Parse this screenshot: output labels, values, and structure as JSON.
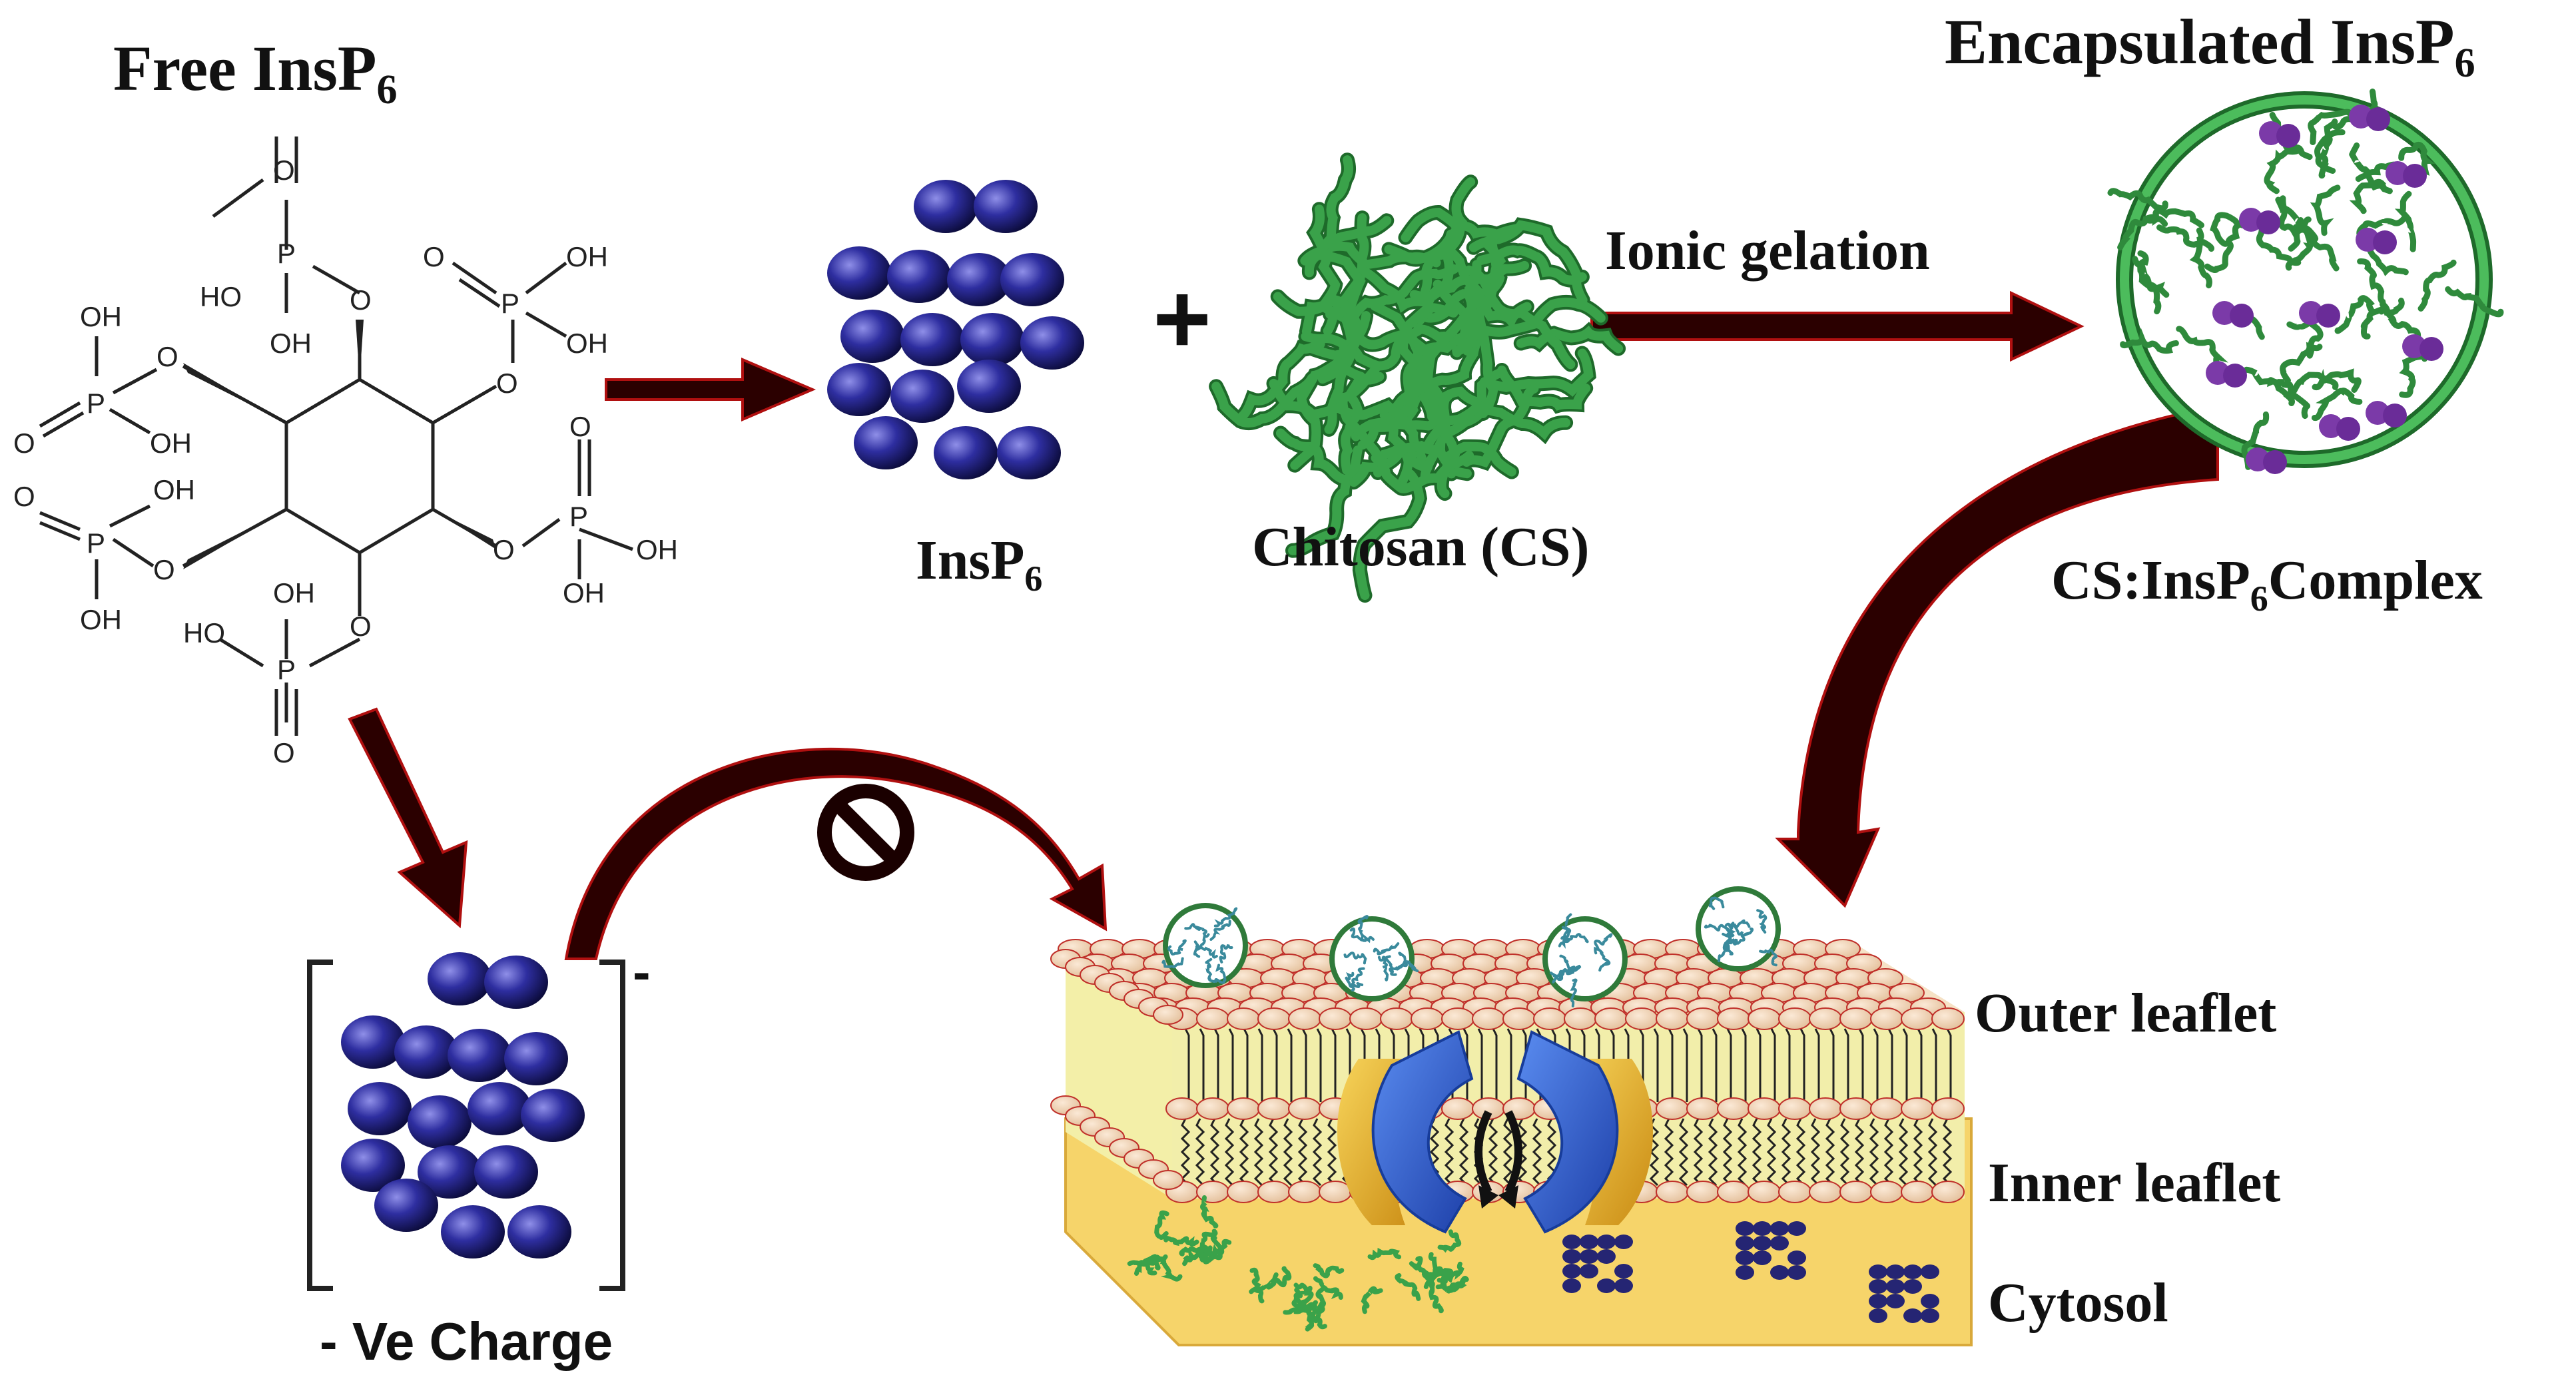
{
  "labels": {
    "free_base": "Free InsP",
    "free_sub": "6",
    "insp6_base": "InsP",
    "insp6_sub": "6",
    "chitosan": "Chitosan (CS)",
    "plus": "+",
    "ionic_gelation": "Ionic gelation",
    "encapsulated_base": "Encapsulated InsP",
    "encapsulated_sub": "6",
    "complex_a": "CS:InsP",
    "complex_sub": "6",
    "complex_b": "Complex",
    "charge": "- Ve Charge",
    "charge_sign": "-",
    "outer": "Outer leaflet",
    "inner": "Inner leaflet",
    "cytosol": "Cytosol"
  },
  "chem": {
    "O": "O",
    "P": "P",
    "OH": "OH",
    "HO": "HO"
  },
  "colors": {
    "arrow_dark": "#2b0000",
    "arrow_edge": "#b01010",
    "sphere": "#2a2a90",
    "chitosan": "#3aa24a",
    "membrane_fill": "#f2eeaa",
    "lipid_head": "#f1d4b4",
    "cytosol": "#f6d46a",
    "channel": "#2f63d8",
    "channel_outer": "#e6b22a",
    "capsule_dots": "#7b3aa8"
  }
}
